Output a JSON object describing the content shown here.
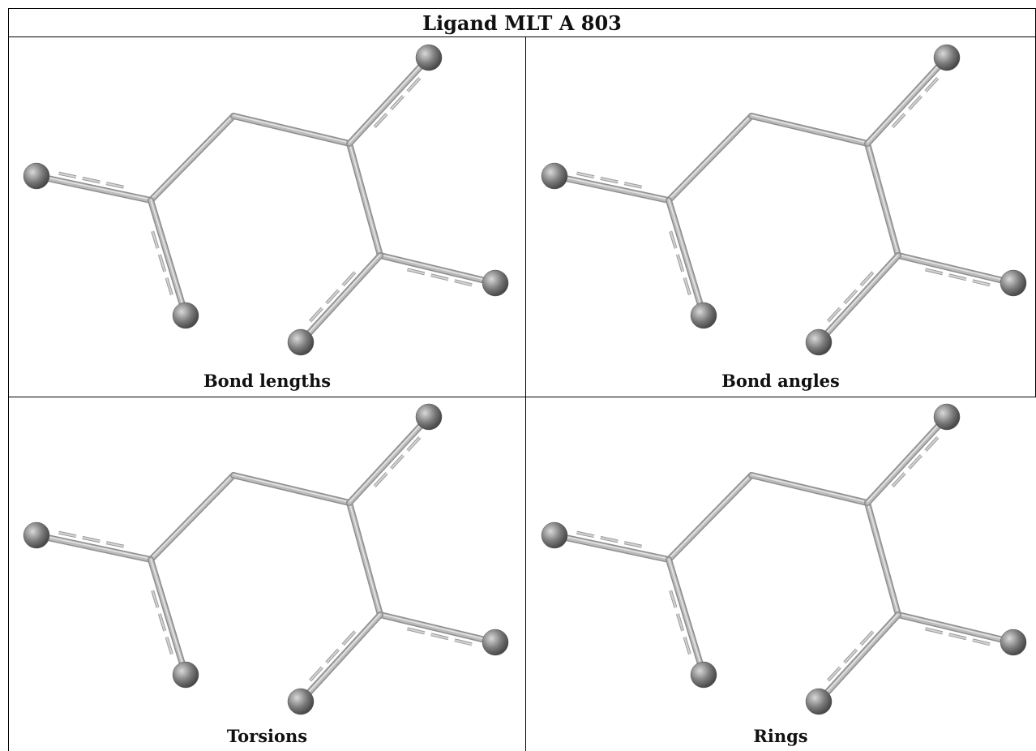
{
  "title": "Ligand MLT A 803",
  "panels": [
    {
      "caption": "Bond lengths"
    },
    {
      "caption": "Bond angles"
    },
    {
      "caption": "Torsions"
    },
    {
      "caption": "Rings"
    }
  ],
  "colors": {
    "bond": "#bcbcbc",
    "atom": "#7a7a7a",
    "border": "#000000"
  }
}
